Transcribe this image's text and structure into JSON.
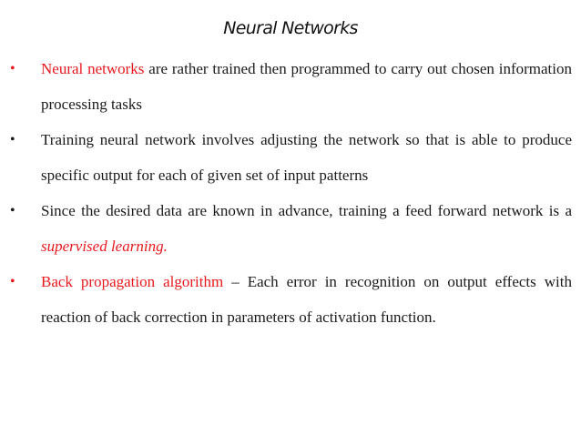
{
  "slide": {
    "title": "Neural Networks",
    "bullet_symbol": "•",
    "accent_color": "#e8191e",
    "bullets": [
      {
        "lead": "Neural networks",
        "rest": " are rather trained then programmed to  carry out chosen information processing tasks"
      },
      {
        "text": "Training neural network involves adjusting the network  so that is able to produce specific output for each of  given set of input patterns"
      },
      {
        "before": "Since the desired data are known in advance, training a  feed forward network is a ",
        "emphasis": "supervised learning."
      },
      {
        "lead": "Back propagation algorithm",
        "rest": " – Each error in recognition  on output effects with reaction of back correction in  parameters of activation function."
      }
    ]
  }
}
